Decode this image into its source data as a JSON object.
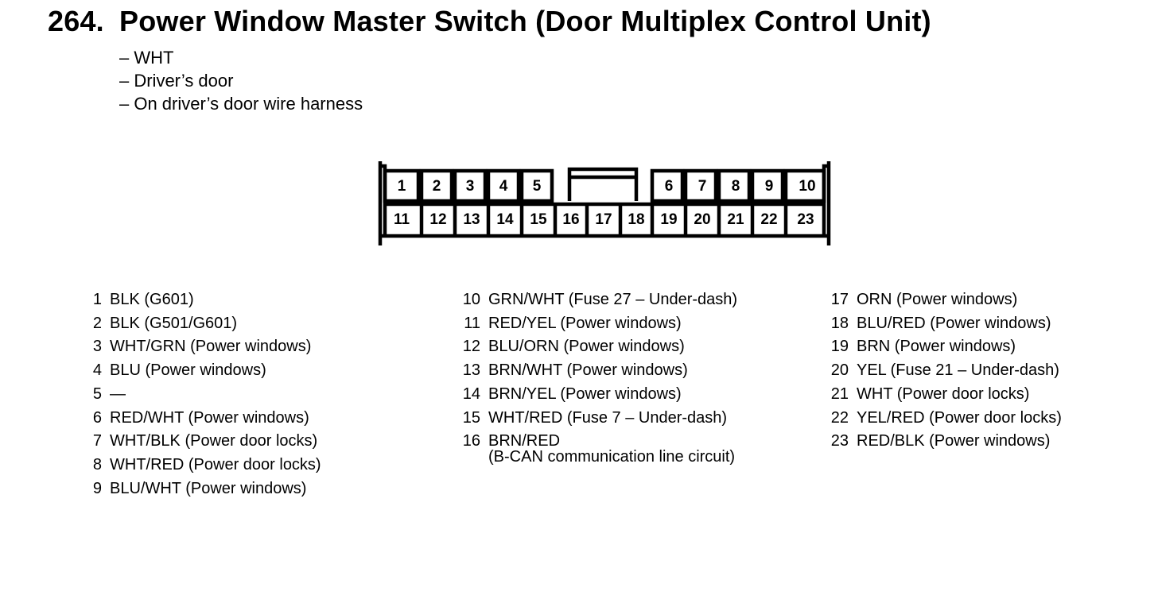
{
  "title": {
    "number": "264.",
    "text": "Power Window Master Switch (Door Multiplex Control Unit)"
  },
  "subtitles": [
    "– WHT",
    "– Driver’s door",
    "– On driver’s door wire harness"
  ],
  "connector": {
    "top_row_left": [
      "1",
      "2",
      "3",
      "4",
      "5"
    ],
    "top_row_right": [
      "6",
      "7",
      "8",
      "9",
      "10"
    ],
    "bottom_row": [
      "11",
      "12",
      "13",
      "14",
      "15",
      "16",
      "17",
      "18",
      "19",
      "20",
      "21",
      "22",
      "23"
    ]
  },
  "pins": [
    {
      "num": "1",
      "desc": "BLK (G601)"
    },
    {
      "num": "2",
      "desc": "BLK (G501/G601)"
    },
    {
      "num": "3",
      "desc": "WHT/GRN (Power windows)"
    },
    {
      "num": "4",
      "desc": "BLU (Power windows)"
    },
    {
      "num": "5",
      "desc": "—"
    },
    {
      "num": "6",
      "desc": "RED/WHT (Power windows)"
    },
    {
      "num": "7",
      "desc": "WHT/BLK (Power door locks)"
    },
    {
      "num": "8",
      "desc": "WHT/RED (Power door locks)"
    },
    {
      "num": "9",
      "desc": "BLU/WHT (Power windows)"
    },
    {
      "num": "10",
      "desc": "GRN/WHT (Fuse 27 – Under-dash)"
    },
    {
      "num": "11",
      "desc": "RED/YEL (Power windows)"
    },
    {
      "num": "12",
      "desc": "BLU/ORN (Power windows)"
    },
    {
      "num": "13",
      "desc": "BRN/WHT (Power windows)"
    },
    {
      "num": "14",
      "desc": "BRN/YEL (Power windows)"
    },
    {
      "num": "15",
      "desc": "WHT/RED (Fuse 7 – Under-dash)"
    },
    {
      "num": "16",
      "desc": "BRN/RED",
      "desc2": "(B-CAN communication line circuit)"
    },
    {
      "num": "17",
      "desc": "ORN (Power windows)"
    },
    {
      "num": "18",
      "desc": "BLU/RED (Power windows)"
    },
    {
      "num": "19",
      "desc": "BRN (Power windows)"
    },
    {
      "num": "20",
      "desc": "YEL (Fuse 21 – Under-dash)"
    },
    {
      "num": "21",
      "desc": "WHT (Power door locks)"
    },
    {
      "num": "22",
      "desc": "YEL/RED (Power door locks)"
    },
    {
      "num": "23",
      "desc": "RED/BLK (Power windows)"
    }
  ]
}
